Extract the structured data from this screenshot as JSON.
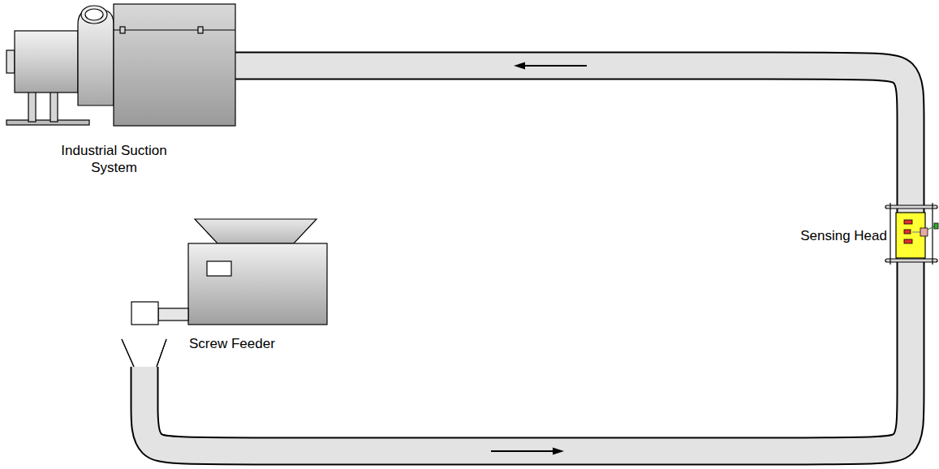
{
  "diagram": {
    "nodes": [
      {
        "text": [
          "Industrial Suction System"
        ]
      },
      {
        "text": [
          "Sensing Head"
        ]
      },
      {
        "text": [
          "Screw Feeder"
        ]
      }
    ],
    "edges": [
      {
        "from": 2,
        "to": 1,
        "arrow": "to"
      },
      {
        "from": 1,
        "to": 0,
        "arrow": "to"
      }
    ]
  }
}
